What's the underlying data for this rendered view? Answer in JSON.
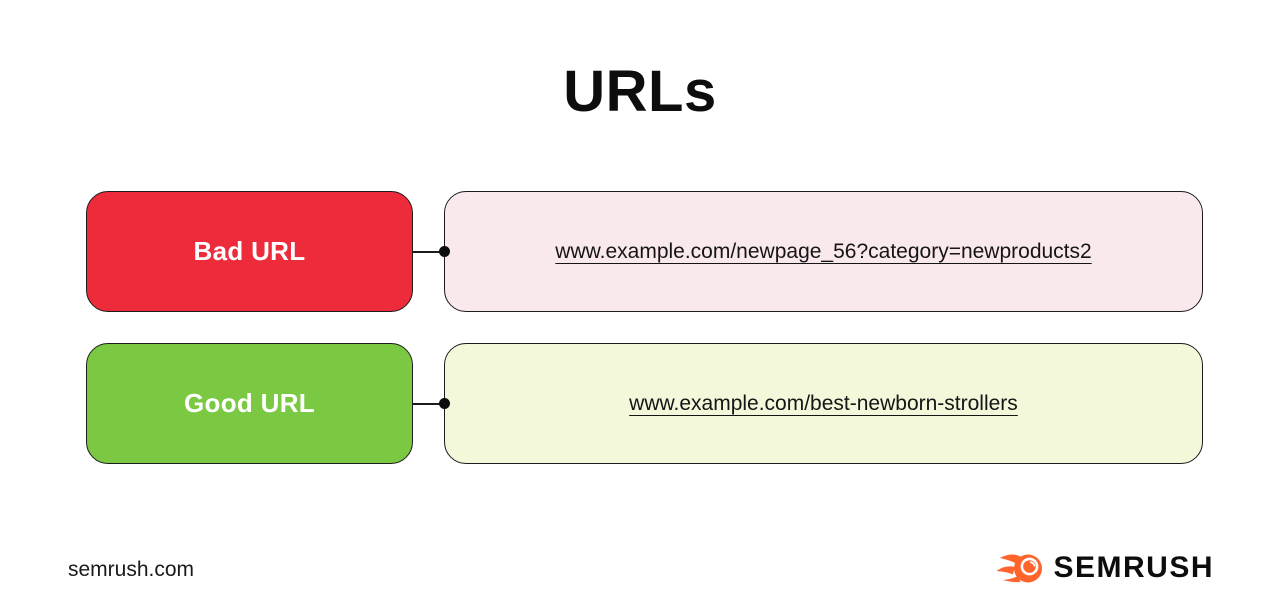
{
  "title": "URLs",
  "rows": [
    {
      "label": "Bad URL",
      "url": "www.example.com/newpage_56?category=newproducts2"
    },
    {
      "label": "Good URL",
      "url": "www.example.com/best-newborn-strollers"
    }
  ],
  "footer": {
    "site": "semrush.com",
    "brand": "SEMRUSH"
  },
  "colors": {
    "bad_box": "#ED2B3A",
    "bad_tint": "#FAE9EC",
    "good_box": "#7BC943",
    "good_tint": "#F3F8DB",
    "outline": "#1C1C1C",
    "brand_orange": "#FF642D",
    "text": "#151515",
    "background": "#FFFFFF"
  }
}
